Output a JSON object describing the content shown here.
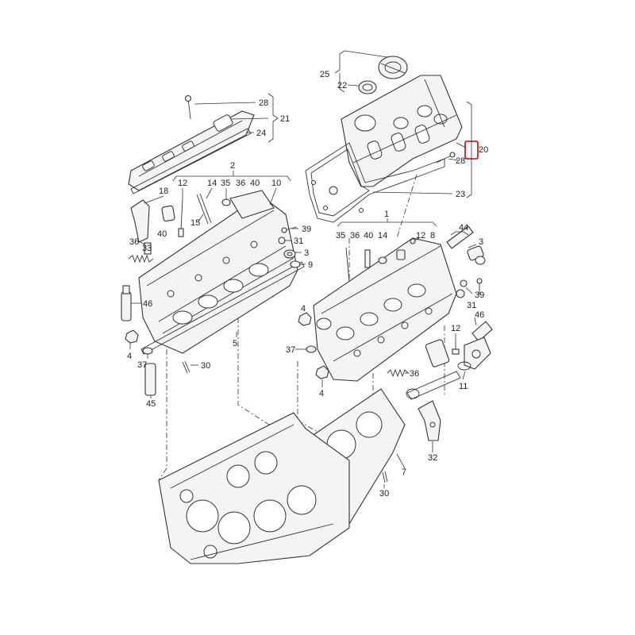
{
  "callouts": {
    "c25": "25",
    "c22": "22",
    "c28a": "28",
    "c21": "21",
    "c24": "24",
    "c20": "20",
    "c28b": "28",
    "c23": "23",
    "c2": "2",
    "c18": "18",
    "c12a": "12",
    "c14a": "14",
    "c35a": "35",
    "c36a": "36",
    "c40a": "40",
    "c10": "10",
    "c15": "15",
    "c36b": "36",
    "c40b": "40",
    "c33": "33",
    "c39a": "39",
    "c31a": "31",
    "c3a": "3",
    "c9a": "9",
    "c46a": "46",
    "c5": "5",
    "c4a": "4",
    "c37a": "37",
    "c30a": "30",
    "c45": "45",
    "c1": "1",
    "c35b": "35",
    "c36c": "36",
    "c40c": "40",
    "c14b": "14",
    "c12b": "12",
    "c8": "8",
    "c44": "44",
    "c3b": "3",
    "c39b": "39",
    "c31b": "31",
    "c46b": "46",
    "c12c": "12",
    "c4b": "4",
    "c37b": "37",
    "c36d": "36",
    "c4c": "4",
    "c11": "11",
    "c32": "32",
    "c7": "7",
    "c30b": "30"
  },
  "colors": {
    "line": "#333333",
    "highlight": "#d40000",
    "background": "#ffffff"
  }
}
